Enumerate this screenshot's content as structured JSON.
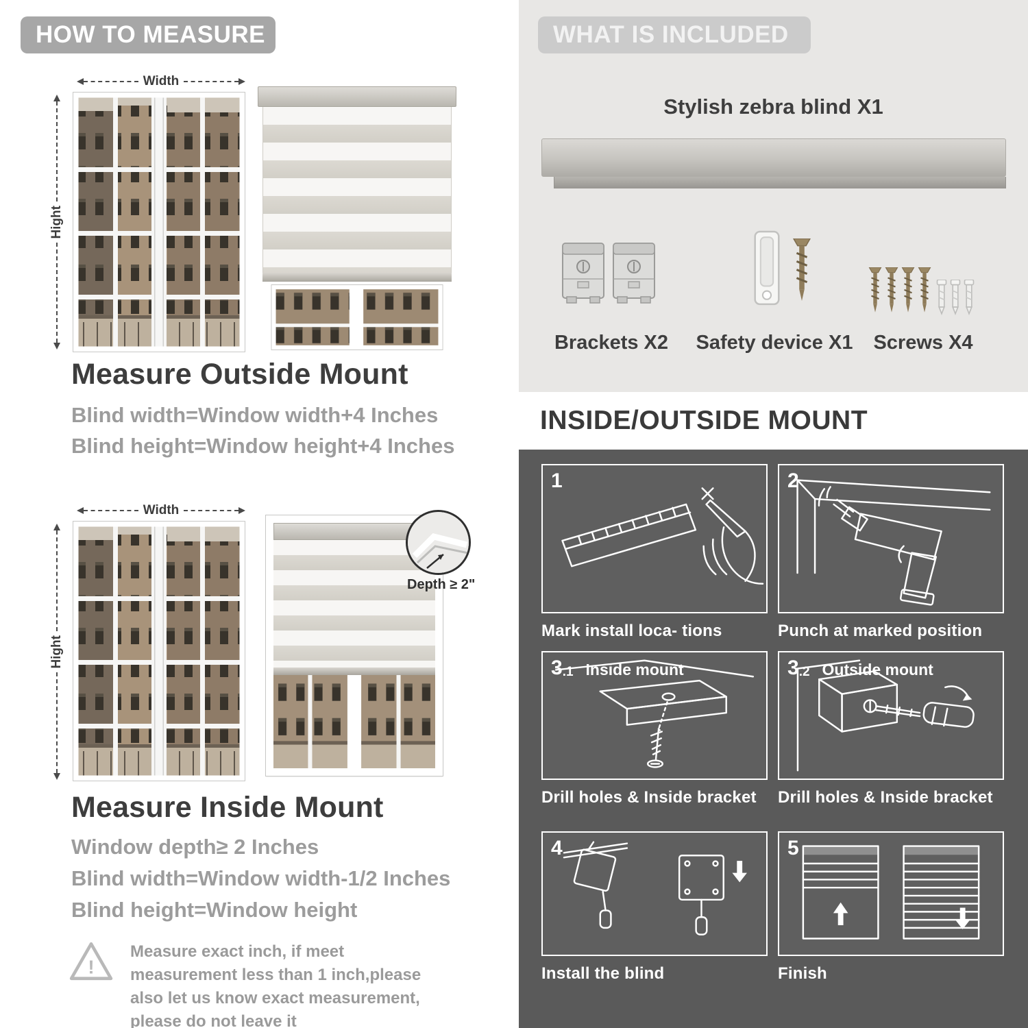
{
  "measure": {
    "header": "HOW TO MEASURE",
    "width_label": "Width",
    "height_label": "Hight",
    "outside": {
      "title": "Measure Outside Mount",
      "lines": [
        "Blind width=Window width+4 Inches",
        "Blind height=Window height+4 Inches"
      ]
    },
    "inside": {
      "title": "Measure Inside Mount",
      "depth_callout": "Depth ≥ 2\"",
      "lines": [
        "Window depth≥ 2 Inches",
        "Blind width=Window width-1/2 Inches",
        "Blind height=Window height"
      ]
    },
    "note": {
      "icon_glyph": "!",
      "text": "Measure exact inch, if meet measurement less than 1 inch,please also let us know exact measurement, please do not leave it"
    }
  },
  "included": {
    "header": "WHAT IS INCLUDED",
    "product_label": "Stylish zebra blind X1",
    "items": [
      {
        "name": "brackets",
        "label": "Brackets X2"
      },
      {
        "name": "safety-device",
        "label": "Safety device X1"
      },
      {
        "name": "screws",
        "label": "Screws X4"
      }
    ]
  },
  "mount": {
    "header": "INSIDE/OUTSIDE MOUNT",
    "steps": [
      {
        "num": "1",
        "sub": "",
        "title": "",
        "caption": "Mark install loca- tions"
      },
      {
        "num": "2",
        "sub": "",
        "title": "",
        "caption": "Punch at  marked position"
      },
      {
        "num": "3",
        "sub": ".1",
        "title": "Inside mount",
        "caption": "Drill holes &  Inside bracket"
      },
      {
        "num": "3",
        "sub": ".2",
        "title": "Outside mount",
        "caption": "Drill holes &  Inside bracket"
      },
      {
        "num": "4",
        "sub": "",
        "title": "",
        "caption": "Install the blind"
      },
      {
        "num": "5",
        "sub": "",
        "title": "",
        "caption": "Finish"
      }
    ]
  },
  "colors": {
    "header_pill": "#a7a7a7",
    "light_panel": "#e8e7e5",
    "dark_panel": "#5a5a5a",
    "text_dark": "#3d3d3d",
    "text_gray": "#9c9c9c"
  }
}
